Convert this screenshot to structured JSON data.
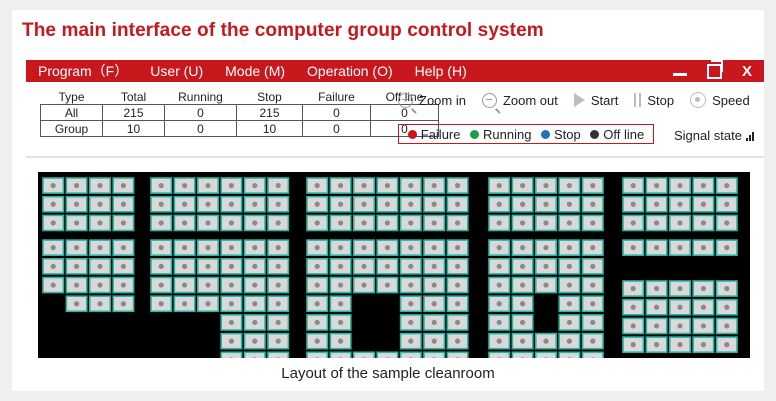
{
  "page": {
    "title": "The main interface of the computer group control system"
  },
  "menu": {
    "items": [
      "Program（F）",
      "User (U)",
      "Mode (M)",
      "Operation (O)",
      "Help (H)"
    ],
    "close_label": "X"
  },
  "stats": {
    "headers": [
      "Type",
      "Total",
      "Running",
      "Stop",
      "Failure",
      "Off line"
    ],
    "rows": [
      [
        "All",
        "215",
        "0",
        "215",
        "0",
        "0"
      ],
      [
        "Group",
        "10",
        "0",
        "10",
        "0",
        "0"
      ]
    ]
  },
  "toolbar": {
    "zoom_in": "Zoom in",
    "zoom_out": "Zoom out",
    "start": "Start",
    "stop": "Stop",
    "speed": "Speed"
  },
  "legend": {
    "items": [
      {
        "label": "Failure",
        "color": "#c8171d"
      },
      {
        "label": "Running",
        "color": "#1f9d4a"
      },
      {
        "label": "Stop",
        "color": "#1f6fc2"
      },
      {
        "label": "Off line",
        "color": "#333333"
      }
    ]
  },
  "signal": {
    "label": "Signal state"
  },
  "colors": {
    "accent": "#c8171d",
    "unit_border": "#2bb5a5",
    "unit_fill": "#d9d9d9"
  },
  "caption": "Layout of the sample cleanroom"
}
